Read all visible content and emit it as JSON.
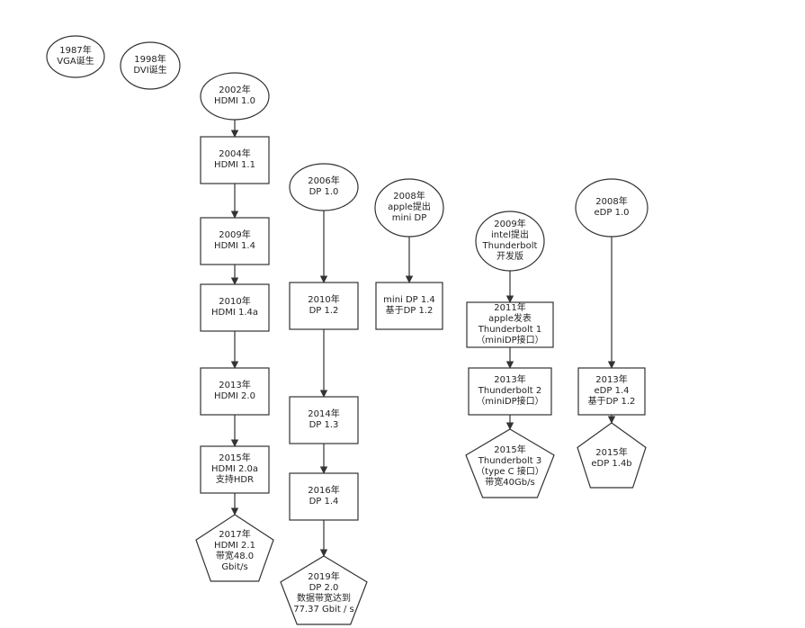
{
  "colors": {
    "stroke": "#333333",
    "fill": "#ffffff",
    "text": "#222222"
  },
  "nodes": {
    "vga_1987": [
      "1987年",
      "VGA诞生"
    ],
    "dvi_1998": [
      "1998年",
      "DVI诞生"
    ],
    "hdmi_2002": [
      "2002年",
      "HDMI 1.0"
    ],
    "hdmi_2004": [
      "2004年",
      "HDMI 1.1"
    ],
    "hdmi_2009": [
      "2009年",
      "HDMI 1.4"
    ],
    "hdmi_2010": [
      "2010年",
      "HDMI 1.4a"
    ],
    "hdmi_2013": [
      "2013年",
      "HDMI 2.0"
    ],
    "hdmi_2015": [
      "2015年",
      "HDMI 2.0a",
      "支持HDR"
    ],
    "hdmi_2017": [
      "2017年",
      "HDMI 2.1",
      "带宽48.0",
      "Gbit/s"
    ],
    "dp_2006": [
      "2006年",
      "DP 1.0"
    ],
    "dp_2010": [
      "2010年",
      "DP 1.2"
    ],
    "dp_2014": [
      "2014年",
      "DP 1.3"
    ],
    "dp_2016": [
      "2016年",
      "DP 1.4"
    ],
    "dp_2019": [
      "2019年",
      "DP 2.0",
      "数据带宽达到",
      "77.37 Gbit / s"
    ],
    "minidp_2008": [
      "2008年",
      "apple提出",
      "mini DP"
    ],
    "minidp_14": [
      "mini DP 1.4",
      "基于DP 1.2"
    ],
    "tb_2009": [
      "2009年",
      "intel提出",
      "Thunderbolt",
      "开发版"
    ],
    "tb_2011": [
      "2011年",
      "apple发表",
      "Thunderbolt 1",
      "（miniDP接口）"
    ],
    "tb_2013": [
      "2013年",
      "Thunderbolt 2",
      "（miniDP接口）"
    ],
    "tb_2015": [
      "2015年",
      "Thunderbolt 3",
      "（type C 接口）",
      "带宽40Gb/s"
    ],
    "edp_2008": [
      "2008年",
      "eDP 1.0"
    ],
    "edp_2013": [
      "2013年",
      "eDP 1.4",
      "基于DP 1.2"
    ],
    "edp_2015": [
      "2015年",
      "eDP 1.4b"
    ]
  }
}
